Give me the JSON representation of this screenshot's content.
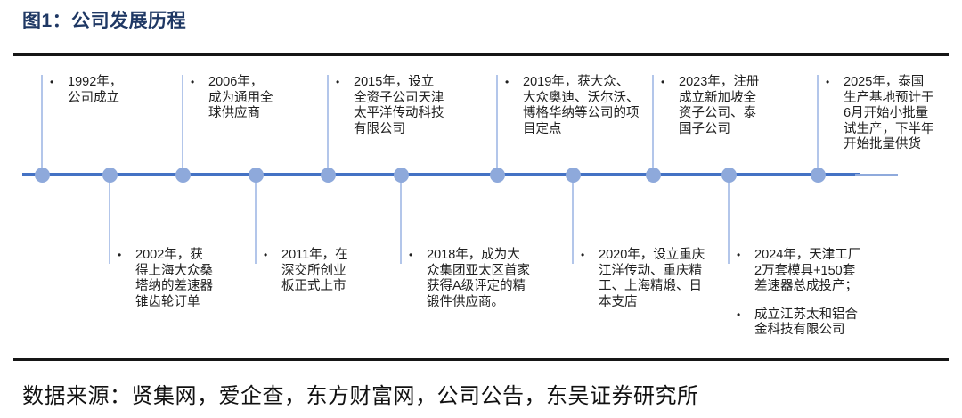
{
  "title": "图1：公司发展历程",
  "glyphs": {
    "bullet": "•"
  },
  "timeline": {
    "events_top": [
      {
        "year": "1992",
        "bullets": [
          "1992年，公司成立"
        ]
      },
      {
        "year": "2006",
        "bullets": [
          "2006年，成为通用全球供应商"
        ]
      },
      {
        "year": "2015",
        "bullets": [
          "2015年，设立全资子公司天津太平洋传动科技有限公司"
        ]
      },
      {
        "year": "2019",
        "bullets": [
          "2019年，获大众、大众奥迪、沃尔沃、博格华纳等公司的项目定点"
        ]
      },
      {
        "year": "2023",
        "bullets": [
          "2023年，注册成立新加坡全资子公司、泰国子公司"
        ]
      },
      {
        "year": "2025",
        "bullets": [
          "2025年，泰国生产基地预计于6月开始小批量试生产，下半年开始批量供货"
        ]
      }
    ],
    "events_bottom": [
      {
        "year": "2002",
        "bullets": [
          "2002年，获得上海大众桑塔纳的差速器锥齿轮订单"
        ]
      },
      {
        "year": "2011",
        "bullets": [
          "2011年，在深交所创业板正式上市"
        ]
      },
      {
        "year": "2018",
        "bullets": [
          "2018年，成为大众集团亚太区首家获得A级评定的精锻件供应商。"
        ]
      },
      {
        "year": "2020",
        "bullets": [
          "2020年，设立重庆江洋传动、重庆精工、上海精煅、日本支店"
        ]
      },
      {
        "year": "2024",
        "bullets": [
          "2024年，天津工厂2万套模具+150套差速器总成投产；",
          "成立江苏太和铝合金科技有限公司"
        ]
      }
    ]
  },
  "source": "数据来源：贤集网，爱企查，东方财富网，公司公告，东吴证券研究所",
  "colors": {
    "title": "#1F3864",
    "timeline_line": "#4472C4",
    "timeline_dot": "#8EA9DB",
    "connector": "#B3C6EA",
    "rule": "#161616",
    "body_text": "#202020"
  }
}
